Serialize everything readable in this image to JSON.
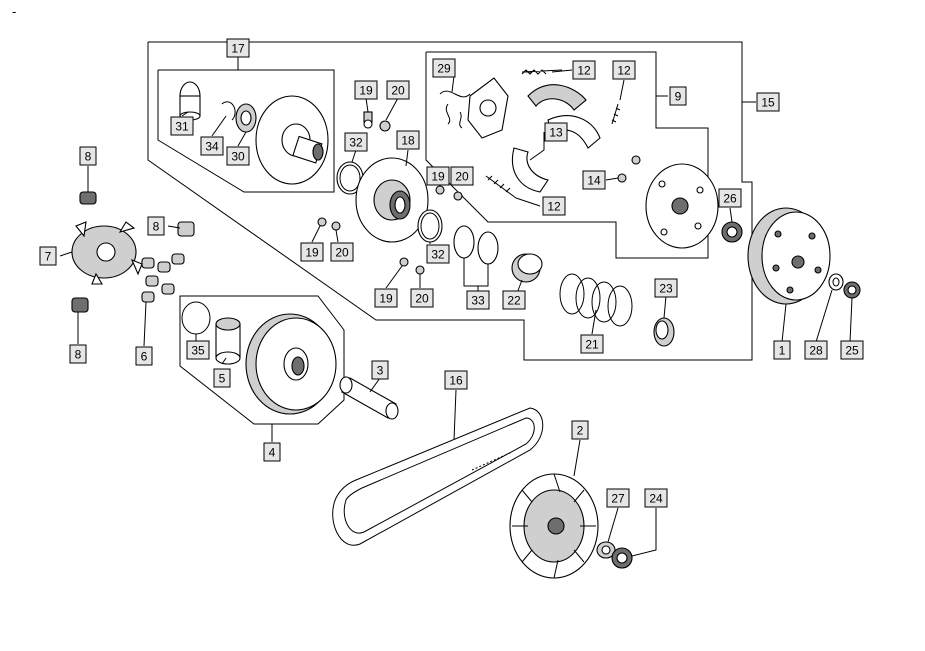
{
  "corner_mark": "-",
  "callouts": [
    {
      "id": "c17",
      "text": "17"
    },
    {
      "id": "c19a",
      "text": "19"
    },
    {
      "id": "c20a",
      "text": "20"
    },
    {
      "id": "c29",
      "text": "29"
    },
    {
      "id": "c12a",
      "text": "12"
    },
    {
      "id": "c12b",
      "text": "12"
    },
    {
      "id": "c9",
      "text": "9"
    },
    {
      "id": "c15",
      "text": "15"
    },
    {
      "id": "c31",
      "text": "31"
    },
    {
      "id": "c34",
      "text": "34"
    },
    {
      "id": "c30",
      "text": "30"
    },
    {
      "id": "c32a",
      "text": "32"
    },
    {
      "id": "c18",
      "text": "18"
    },
    {
      "id": "c19b",
      "text": "19"
    },
    {
      "id": "c20b",
      "text": "20"
    },
    {
      "id": "c13",
      "text": "13"
    },
    {
      "id": "c14",
      "text": "14"
    },
    {
      "id": "c26",
      "text": "26"
    },
    {
      "id": "c12c",
      "text": "12"
    },
    {
      "id": "c8a",
      "text": "8"
    },
    {
      "id": "c8b",
      "text": "8"
    },
    {
      "id": "c7",
      "text": "7"
    },
    {
      "id": "c8c",
      "text": "8"
    },
    {
      "id": "c6",
      "text": "6"
    },
    {
      "id": "c19c",
      "text": "19"
    },
    {
      "id": "c20c",
      "text": "20"
    },
    {
      "id": "c32b",
      "text": "32"
    },
    {
      "id": "c19d",
      "text": "19"
    },
    {
      "id": "c20d",
      "text": "20"
    },
    {
      "id": "c33",
      "text": "33"
    },
    {
      "id": "c22",
      "text": "22"
    },
    {
      "id": "c23",
      "text": "23"
    },
    {
      "id": "c21",
      "text": "21"
    },
    {
      "id": "c1",
      "text": "1"
    },
    {
      "id": "c28",
      "text": "28"
    },
    {
      "id": "c25",
      "text": "25"
    },
    {
      "id": "c35",
      "text": "35"
    },
    {
      "id": "c5",
      "text": "5"
    },
    {
      "id": "c4",
      "text": "4"
    },
    {
      "id": "c3",
      "text": "3"
    },
    {
      "id": "c16",
      "text": "16"
    },
    {
      "id": "c2",
      "text": "2"
    },
    {
      "id": "c27",
      "text": "27"
    },
    {
      "id": "c24",
      "text": "24"
    }
  ],
  "colors": {
    "label_fill": "#e6e6e6",
    "line": "#000000",
    "part_dark": "#6e6e6e",
    "part_grey": "#cfcfcf"
  }
}
